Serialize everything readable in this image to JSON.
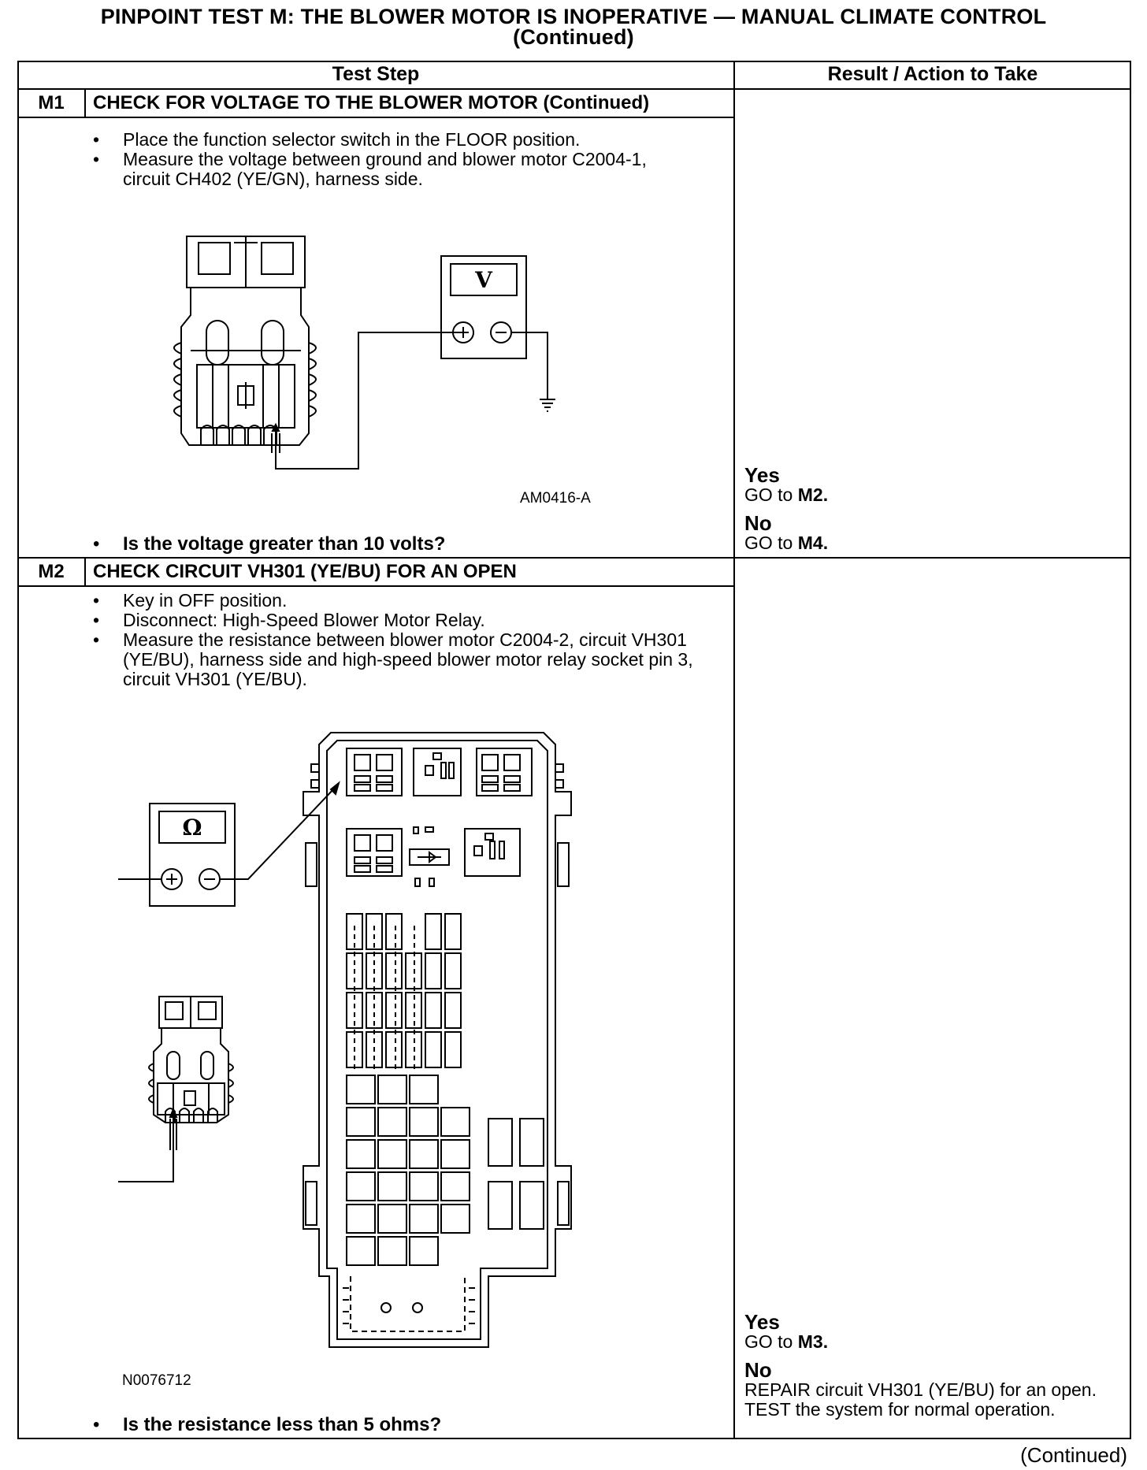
{
  "title": {
    "line1": "PINPOINT TEST M: THE BLOWER MOTOR IS INOPERATIVE — MANUAL CLIMATE CONTROL",
    "line2": "(Continued)"
  },
  "table_header": {
    "col1": "Test Step",
    "col2": "Result / Action to Take"
  },
  "steps": [
    {
      "id": "M1",
      "title": "CHECK FOR VOLTAGE TO THE BLOWER MOTOR (Continued)",
      "bullets": [
        "Place the function selector switch in the FLOOR position.",
        "Measure the voltage between ground and blower motor C2004-1, circuit CH402 (YE/GN), harness side."
      ],
      "figure_code": "AM0416-A",
      "meter_symbol": "V",
      "question": "Is the voltage greater than 10 volts?",
      "results": {
        "yes_label": "Yes",
        "yes_action": "GO to",
        "yes_target": "M2.",
        "no_label": "No",
        "no_action": "GO to",
        "no_target": "M4."
      }
    },
    {
      "id": "M2",
      "title": "CHECK CIRCUIT VH301 (YE/BU) FOR AN OPEN",
      "bullets": [
        "Key in OFF position.",
        "Disconnect: High-Speed Blower Motor Relay.",
        "Measure the resistance between blower motor C2004-2, circuit VH301 (YE/BU), harness side and high-speed blower motor relay socket pin 3, circuit VH301 (YE/BU)."
      ],
      "figure_code": "N0076712",
      "meter_symbol": "Ω",
      "question": "Is the resistance less than 5 ohms?",
      "results": {
        "yes_label": "Yes",
        "yes_action": "GO to",
        "yes_target": "M3.",
        "no_label": "No",
        "no_action": "REPAIR circuit VH301 (YE/BU) for an open. TEST the system for normal operation."
      }
    }
  ],
  "footer": "(Continued)",
  "icons": {
    "meter_plus": "+",
    "meter_minus": "−"
  }
}
